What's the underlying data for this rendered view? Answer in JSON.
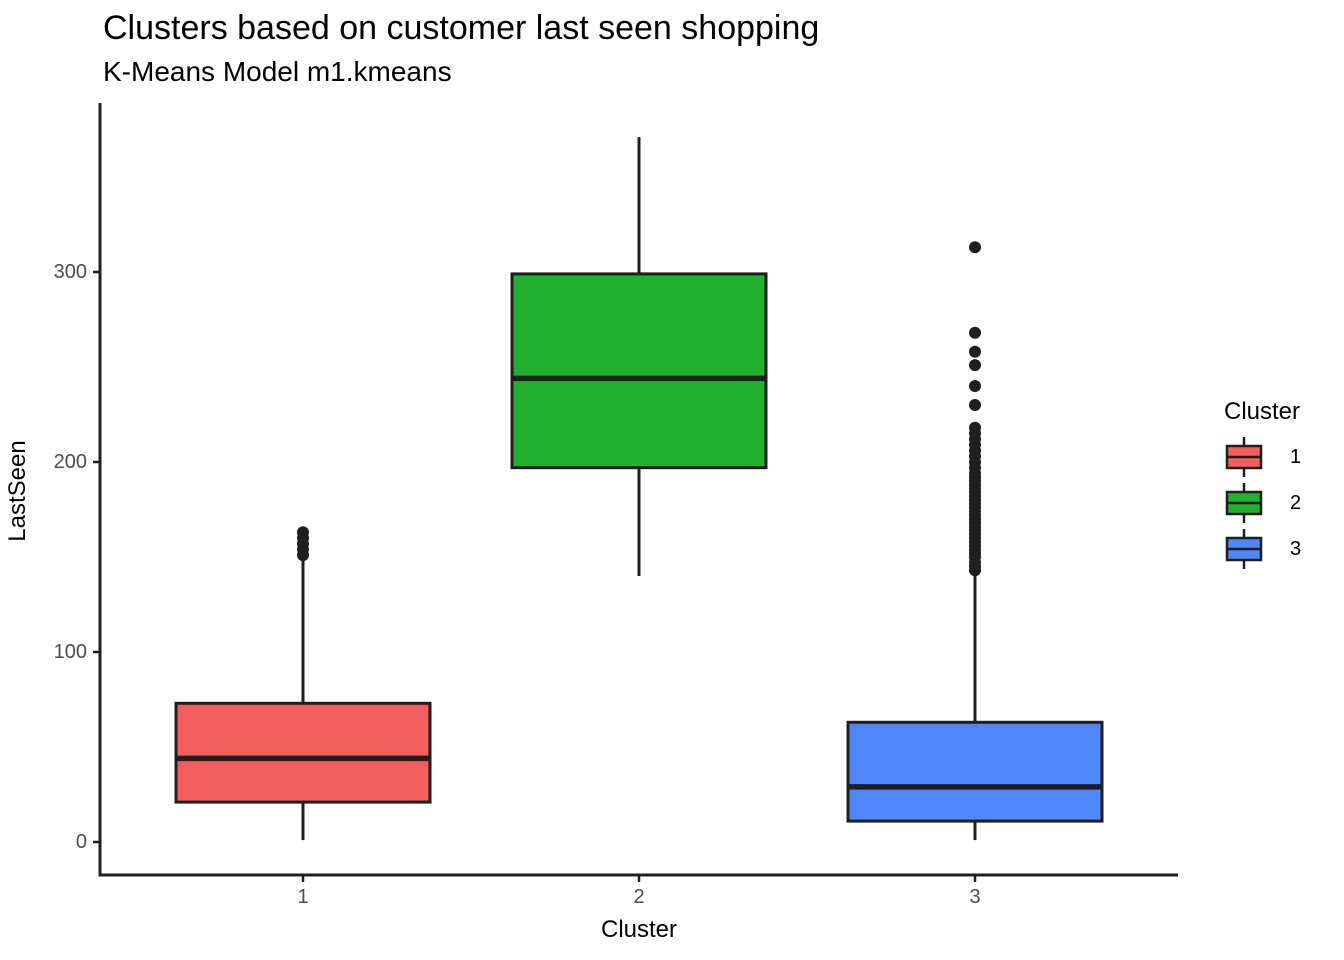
{
  "header": {
    "title": "Clusters based on customer last seen shopping",
    "subtitle": "K-Means Model m1.kmeans"
  },
  "chart_data": {
    "type": "boxplot",
    "title": "Clusters based on customer last seen shopping",
    "subtitle": "K-Means Model m1.kmeans",
    "xlabel": "Cluster",
    "ylabel": "LastSeen",
    "categories": [
      "1",
      "2",
      "3"
    ],
    "y_ticks": [
      0,
      100,
      200,
      300
    ],
    "ylim": [
      0,
      389
    ],
    "grid": false,
    "colors": {
      "ink": "#1f1f1f",
      "tick_label": "#4d4d4d",
      "cluster1": "#f25e5b",
      "cluster2": "#22b02f",
      "cluster3": "#4f87fa"
    },
    "legend": {
      "title": "Cluster",
      "position": "right",
      "entries": [
        {
          "label": "1",
          "color": "#f25e5b"
        },
        {
          "label": "2",
          "color": "#22b02f"
        },
        {
          "label": "3",
          "color": "#4f87fa"
        }
      ]
    },
    "series": [
      {
        "name": "1",
        "color": "#f25e5b",
        "whisker_low": 1,
        "q1": 21,
        "median": 44,
        "q3": 73,
        "whisker_high": 150,
        "outliers": [
          151,
          154,
          157,
          160,
          163
        ]
      },
      {
        "name": "2",
        "color": "#22b02f",
        "whisker_low": 140,
        "q1": 197,
        "median": 244,
        "q3": 299,
        "whisker_high": 371,
        "outliers": []
      },
      {
        "name": "3",
        "color": "#4f87fa",
        "whisker_low": 1,
        "q1": 11,
        "median": 29,
        "q3": 63,
        "whisker_high": 143,
        "outliers": [
          143,
          145,
          147,
          150,
          152,
          154,
          156,
          158,
          160,
          162,
          164,
          166,
          168,
          170,
          172,
          174,
          176,
          178,
          180,
          182,
          184,
          186,
          188,
          190,
          192,
          194,
          197,
          200,
          203,
          206,
          209,
          212,
          215,
          218,
          230,
          240,
          251,
          258,
          268,
          313
        ]
      }
    ]
  }
}
